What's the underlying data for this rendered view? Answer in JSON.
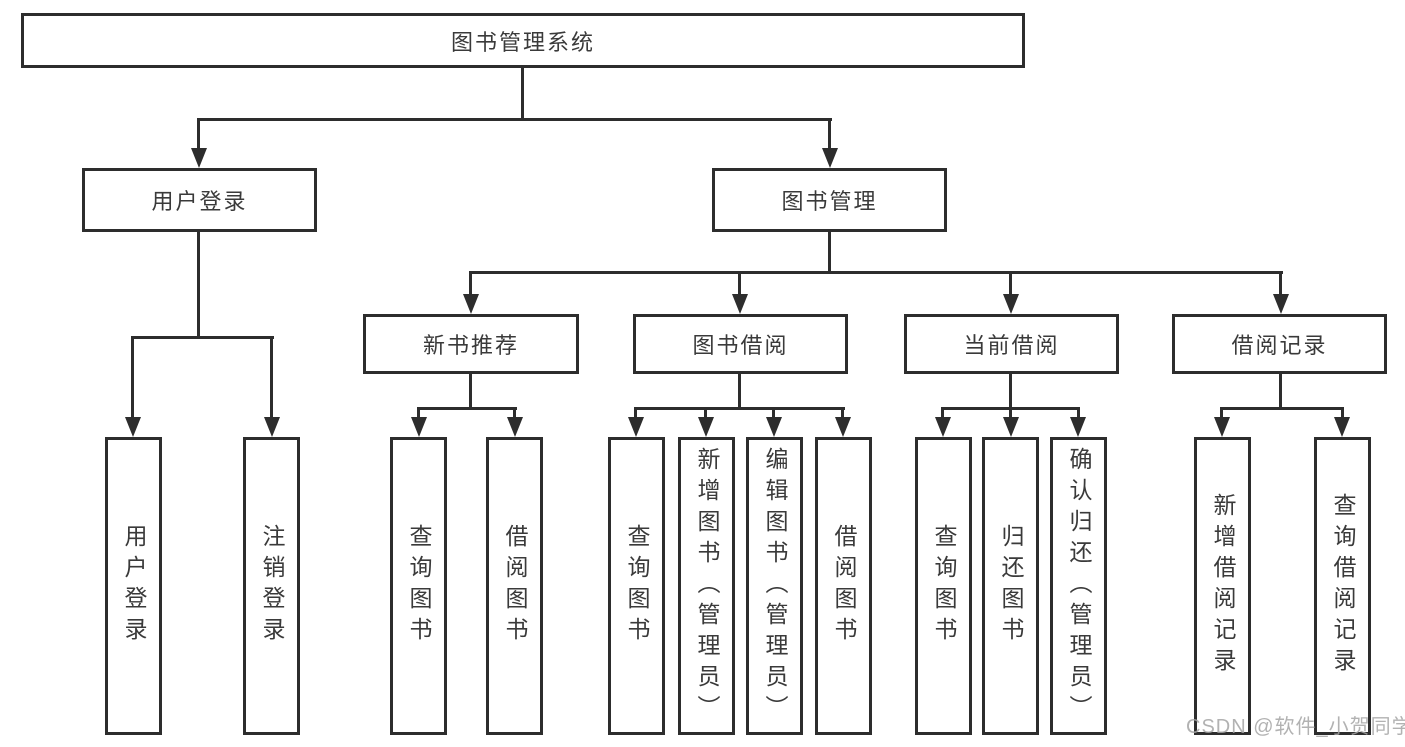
{
  "colors": {
    "line": "#2d2d2d",
    "node_border": "#2d2d2d",
    "node_fill": "#ffffff",
    "text": "#3a3a3a",
    "watermark": "#a5a5a5"
  },
  "diagram": {
    "type": "hierarchy-flowchart",
    "root": {
      "label": "图书管理系统"
    },
    "level2": [
      {
        "label": "用户登录"
      },
      {
        "label": "图书管理"
      }
    ],
    "level3": [
      {
        "label": "新书推荐",
        "parent": "图书管理"
      },
      {
        "label": "图书借阅",
        "parent": "图书管理"
      },
      {
        "label": "当前借阅",
        "parent": "图书管理"
      },
      {
        "label": "借阅记录",
        "parent": "图书管理"
      }
    ],
    "leaves": [
      {
        "label": "用户登录",
        "parent": "用户登录"
      },
      {
        "label": "注销登录",
        "parent": "用户登录"
      },
      {
        "label": "查询图书",
        "parent": "新书推荐"
      },
      {
        "label": "借阅图书",
        "parent": "新书推荐"
      },
      {
        "label": "查询图书",
        "parent": "图书借阅"
      },
      {
        "label": "新增图书（管理员）",
        "parent": "图书借阅"
      },
      {
        "label": "编辑图书（管理员）",
        "parent": "图书借阅"
      },
      {
        "label": "借阅图书",
        "parent": "图书借阅"
      },
      {
        "label": "查询图书",
        "parent": "当前借阅"
      },
      {
        "label": "归还图书",
        "parent": "当前借阅"
      },
      {
        "label": "确认归还（管理员）",
        "parent": "当前借阅"
      },
      {
        "label": "新增借阅记录",
        "parent": "借阅记录"
      },
      {
        "label": "查询借阅记录",
        "parent": "借阅记录"
      }
    ]
  },
  "watermark": {
    "text": "CSDN @软件_小贺同学"
  }
}
